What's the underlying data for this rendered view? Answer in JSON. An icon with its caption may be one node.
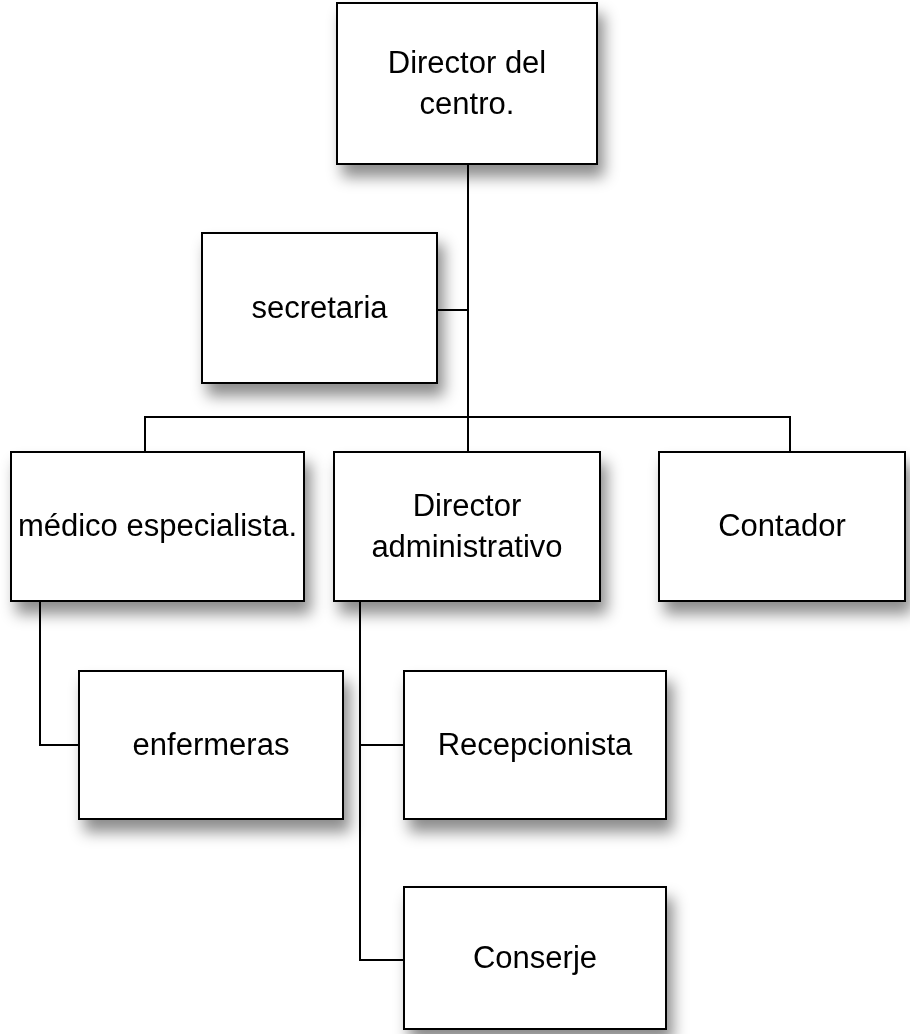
{
  "diagram": {
    "nodes": [
      {
        "text": [
          "Director del centro."
        ]
      },
      {
        "text": [
          "secretaria"
        ]
      },
      {
        "text": [
          "médico especialista."
        ]
      },
      {
        "text": [
          "Director administrativo"
        ]
      },
      {
        "text": [
          "Contador"
        ]
      },
      {
        "text": [
          "enfermeras"
        ]
      },
      {
        "text": [
          "Recepcionista"
        ]
      },
      {
        "text": [
          "Conserje"
        ]
      }
    ],
    "edges": [
      {
        "from": 0,
        "to": 1,
        "arrow": "none"
      },
      {
        "from": 0,
        "to": 2,
        "arrow": "none"
      },
      {
        "from": 0,
        "to": 3,
        "arrow": "none"
      },
      {
        "from": 0,
        "to": 4,
        "arrow": "none"
      },
      {
        "from": 2,
        "to": 5,
        "arrow": "none"
      },
      {
        "from": 3,
        "to": 6,
        "arrow": "none"
      },
      {
        "from": 3,
        "to": 7,
        "arrow": "none"
      }
    ]
  }
}
